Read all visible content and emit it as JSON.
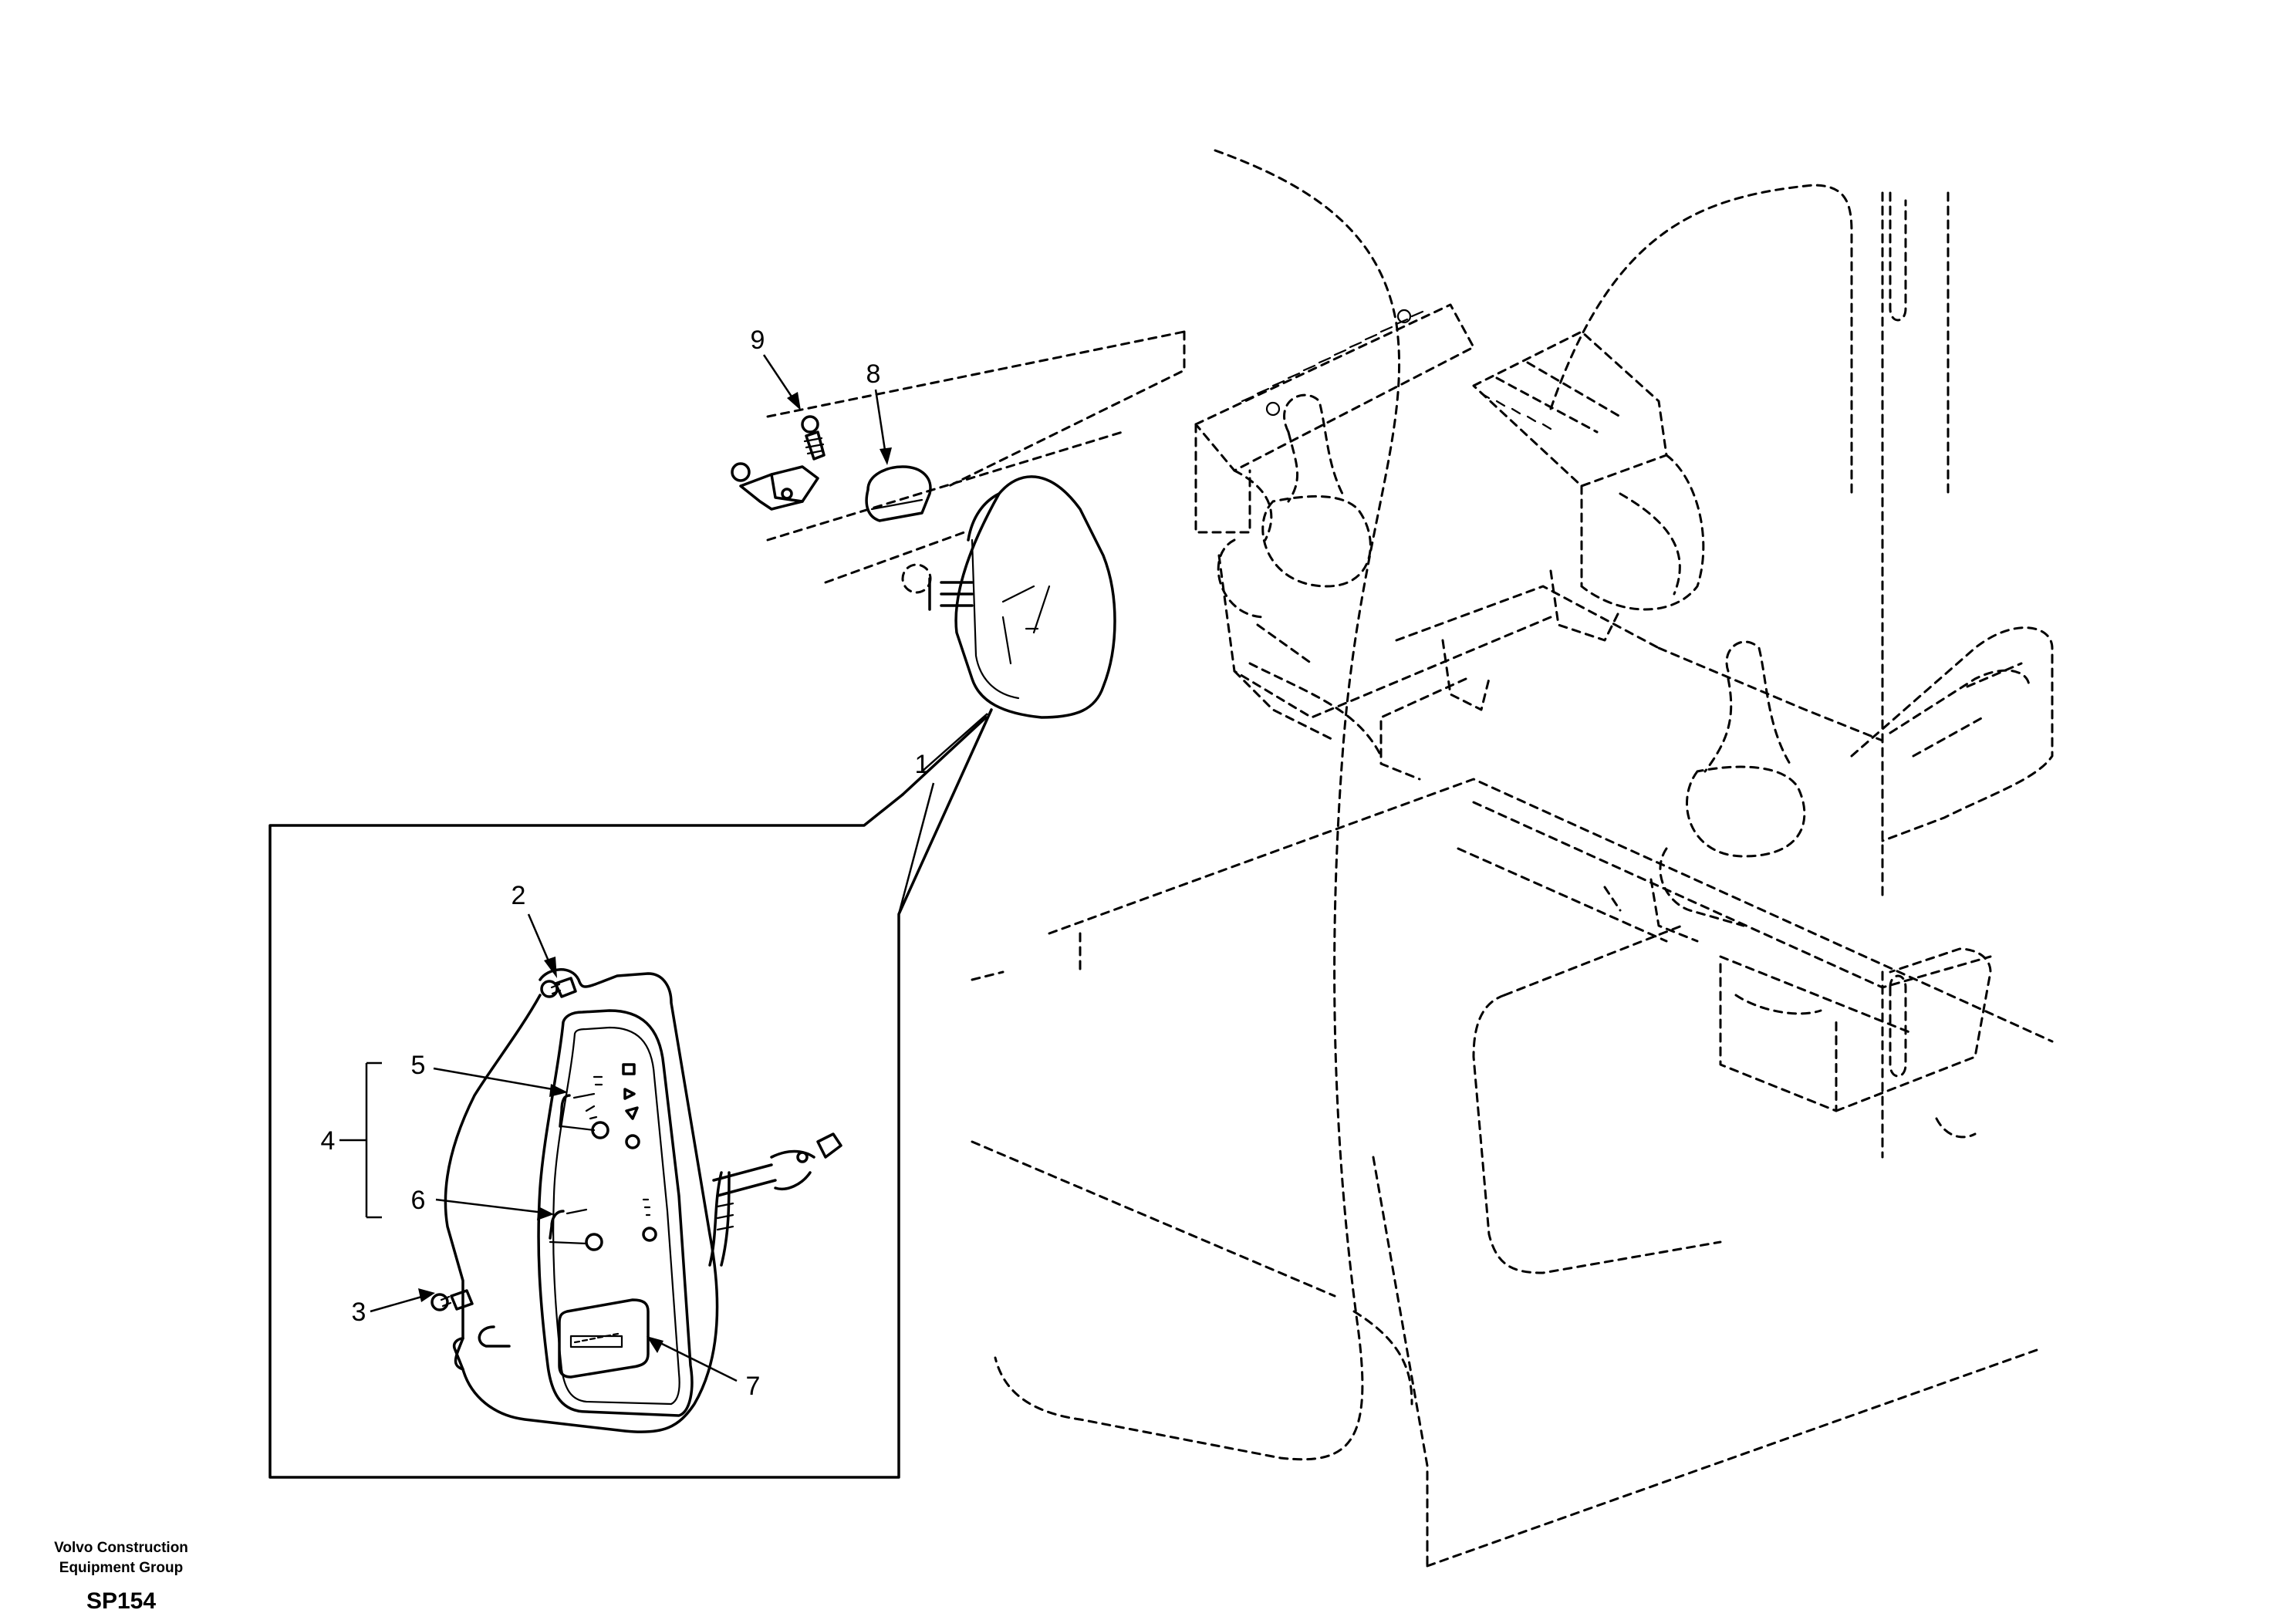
{
  "diagram": {
    "callouts": [
      "1",
      "2",
      "3",
      "4",
      "5",
      "6",
      "7",
      "8",
      "9"
    ]
  },
  "footer": {
    "company_line1": "Volvo Construction",
    "company_line2": "Equipment Group",
    "code": "SP154"
  }
}
